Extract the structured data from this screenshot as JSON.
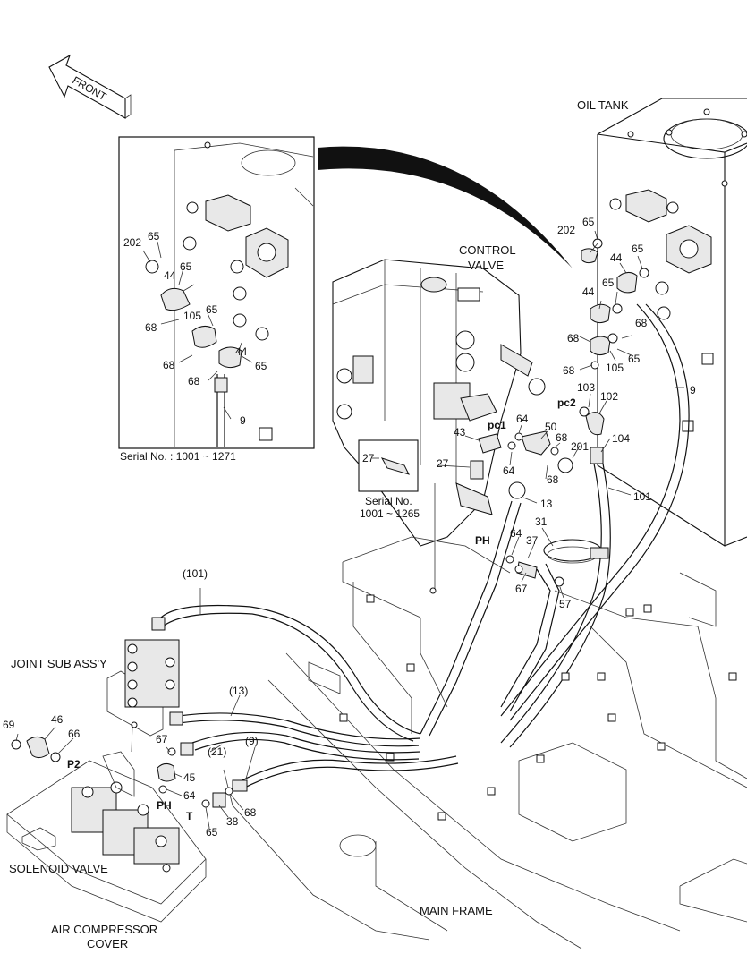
{
  "direction": {
    "front": "FRONT"
  },
  "labels": {
    "oil_tank": "OIL TANK",
    "control_valve_1": "CONTROL",
    "control_valve_2": "VALVE",
    "joint_sub": "JOINT SUB ASS'Y",
    "solenoid_valve": "SOLENOID VALVE",
    "air_comp_1": "AIR COMPRESSOR",
    "air_comp_2": "COVER",
    "main_frame": "MAIN FRAME"
  },
  "inset_main": {
    "serial": "Serial No. : 1001 ~ 1271"
  },
  "inset_small": {
    "part": "27",
    "serial_1": "Serial No.",
    "serial_2": "1001 ~ 1265"
  },
  "ports": {
    "pc1": "pc1",
    "pc2": "pc2",
    "ph_top": "PH",
    "ph_bottom": "PH",
    "p2": "P2",
    "t": "T"
  },
  "inset_callouts": {
    "c202": "202",
    "c65a": "65",
    "c65b": "65",
    "c44a": "44",
    "c105": "105",
    "c65c": "65",
    "c68a": "68",
    "c68b": "68",
    "c68c": "68",
    "c44b": "44",
    "c65d": "65",
    "c9": "9"
  },
  "right_callouts": {
    "c202": "202",
    "c65a": "65",
    "c44a": "44",
    "c65b": "65",
    "c44b": "44",
    "c65c": "65",
    "c68a": "68",
    "c68b": "68",
    "c68c": "68",
    "c105": "105",
    "c65d": "65",
    "c9": "9",
    "c103": "103",
    "c102": "102",
    "c104": "104",
    "c201": "201",
    "c101": "101"
  },
  "center_callouts": {
    "c43": "43",
    "c64a": "64",
    "c50": "50",
    "c68a": "68",
    "c64b": "64",
    "c68b": "68",
    "c27": "27",
    "c13": "13",
    "c31": "31",
    "c64c": "64",
    "c37": "37",
    "c67": "67",
    "c57": "57"
  },
  "left_callouts": {
    "c101": "(101)",
    "c13": "(13)",
    "c21": "(21)",
    "c9": "(9)",
    "c69": "69",
    "c46": "46",
    "c66": "66",
    "c67": "67",
    "c45": "45",
    "c64": "64",
    "c65": "65",
    "c38": "38",
    "c68": "68"
  }
}
